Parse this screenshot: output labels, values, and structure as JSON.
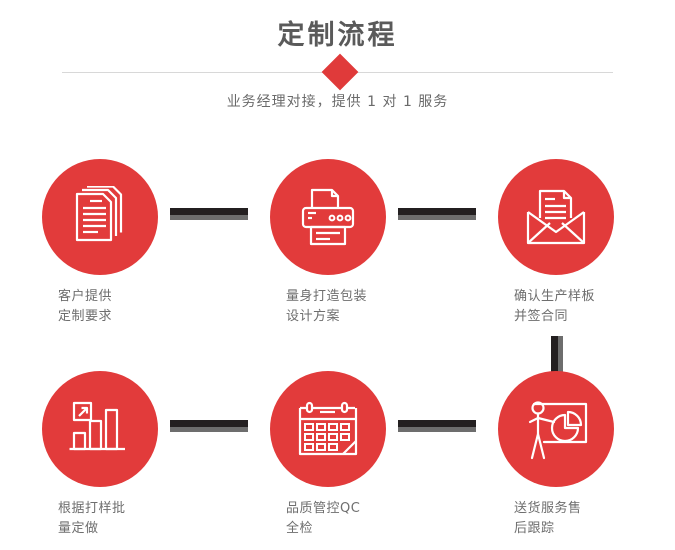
{
  "header": {
    "title": "定制流程",
    "subtitle": "业务经理对接，提供 1 对 1 服务",
    "divider_color": "#d8d8d8",
    "accent_color": "#e23b3b",
    "title_color": "#5a5a5a"
  },
  "theme": {
    "circle_color": "#e23b3b",
    "connector_dark": "#231f20",
    "connector_shadow": "#6d6d6d",
    "label_color": "#6e6e6e",
    "background": "#ffffff"
  },
  "steps": [
    {
      "index": "1",
      "icon": "documents-stack-icon",
      "label": "客户提供\n定制要求"
    },
    {
      "index": "2",
      "icon": "printer-icon",
      "label": "量身打造包装\n设计方案"
    },
    {
      "index": "3",
      "icon": "open-envelope-letter-icon",
      "label": "确认生产样板\n并签合同"
    },
    {
      "index": "4",
      "icon": "bar-chart-growth-icon",
      "label": "根据打样批\n量定做"
    },
    {
      "index": "5",
      "icon": "calendar-icon",
      "label": "品质管控QC\n全检"
    },
    {
      "index": "6",
      "icon": "presentation-pie-chart-icon",
      "label": "送货服务售\n后跟踪"
    }
  ],
  "connectors": [
    {
      "name": "connector-step1-step2",
      "orientation": "horizontal"
    },
    {
      "name": "connector-step2-step3",
      "orientation": "horizontal"
    },
    {
      "name": "connector-step3-step6",
      "orientation": "vertical"
    },
    {
      "name": "connector-step4-step5",
      "orientation": "horizontal"
    },
    {
      "name": "connector-step5-step6",
      "orientation": "horizontal"
    }
  ]
}
